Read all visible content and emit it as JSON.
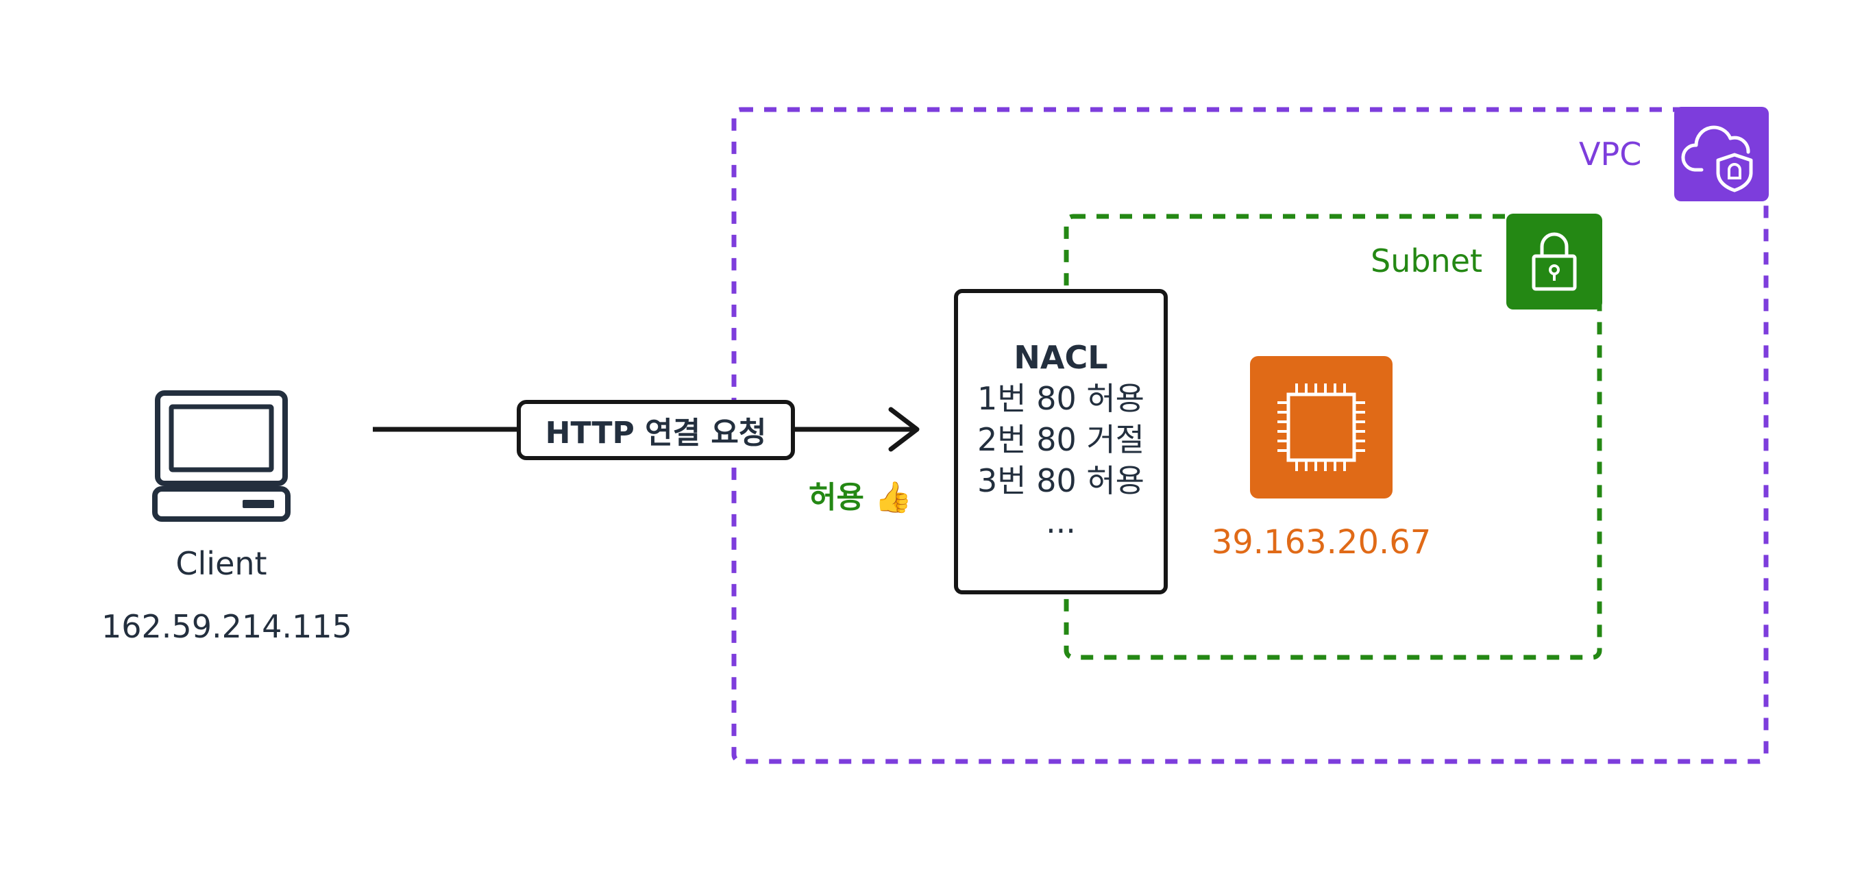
{
  "client": {
    "label": "Client",
    "ip": "162.59.214.115",
    "icon": "desktop-computer-icon"
  },
  "connection": {
    "label": "HTTP 연결 요청",
    "result_label": "허용",
    "result_emoji": "👍",
    "result_color": "#248814"
  },
  "vpc": {
    "label": "VPC",
    "color": "#7d3ddc",
    "icon": "cloud-shield-icon"
  },
  "subnet": {
    "label": "Subnet",
    "color": "#248814",
    "icon": "padlock-icon"
  },
  "nacl": {
    "title": "NACL",
    "rules": [
      "1번 80 허용",
      "2번 80 거절",
      "3번 80 허용"
    ],
    "more": "..."
  },
  "instance": {
    "ip": "39.163.20.67",
    "color": "#e06a17",
    "icon": "ec2-chip-icon"
  }
}
